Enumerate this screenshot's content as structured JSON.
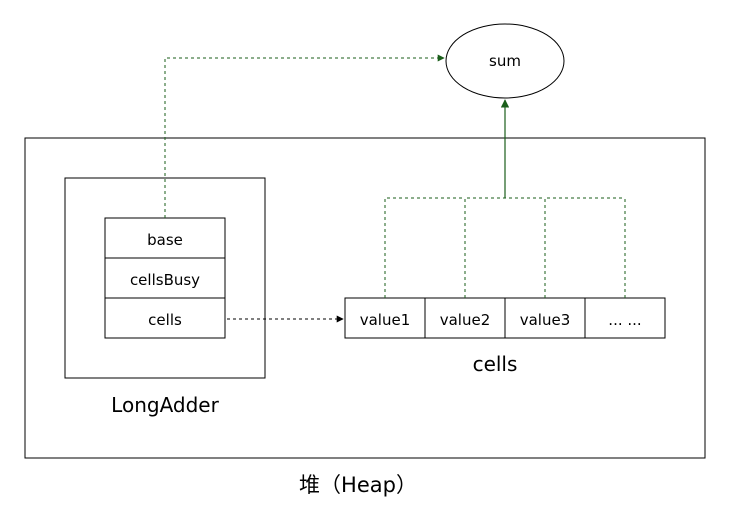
{
  "heap": {
    "label": "堆（Heap）"
  },
  "longadder": {
    "label": "LongAdder",
    "fields": [
      "base",
      "cellsBusy",
      "cells"
    ]
  },
  "cells": {
    "label": "cells",
    "items": [
      "value1",
      "value2",
      "value3",
      "... ..."
    ]
  },
  "sum": {
    "label": "sum"
  },
  "colors": {
    "arrow": "#1a5e1a",
    "stroke": "#000000",
    "background": "#ffffff"
  }
}
